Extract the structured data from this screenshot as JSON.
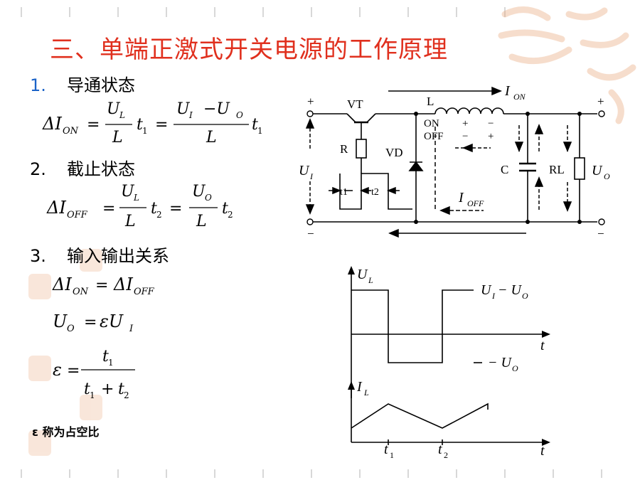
{
  "title": "三、单端正激式开关电源的工作原理",
  "sections": [
    {
      "number": "1.",
      "label": "导通状态"
    },
    {
      "number": "2.",
      "label": "截止状态"
    },
    {
      "number": "3.",
      "label": "输入输出关系"
    }
  ],
  "equations": {
    "on": {
      "lhs": "ΔI",
      "lhs_sub": "ON",
      "f1_num": "U",
      "f1_num_sub": "L",
      "f1_den": "L",
      "t1": "t",
      "t1_sub": "1",
      "f2_num": "U",
      "f2_num_sub1": "I",
      "f2_minus": "−U",
      "f2_num_sub2": "O",
      "f2_den": "L",
      "t2": "t",
      "t2_sub": "1"
    },
    "off": {
      "lhs": "ΔI",
      "lhs_sub": "OFF",
      "f1_num": "U",
      "f1_num_sub": "L",
      "f1_den": "L",
      "t1": "t",
      "t1_sub": "2",
      "f2_num": "U",
      "f2_num_sub": "O",
      "f2_den": "L",
      "t2": "t",
      "t2_sub": "2"
    },
    "balance": {
      "left": "ΔI",
      "left_sub": "ON",
      "right": "ΔI",
      "right_sub": "OFF"
    },
    "output": {
      "left": "U",
      "left_sub": "O",
      "right": "εU",
      "right_sub": "I"
    },
    "duty": {
      "lhs": "ε",
      "num": "t",
      "num_sub": "1",
      "den_a": "t",
      "den_a_sub": "1",
      "den_plus": "+",
      "den_b": "t",
      "den_b_sub": "2"
    }
  },
  "note": "ε 称为占空比",
  "circuit": {
    "vt": "VT",
    "r": "R",
    "vd": "VD",
    "l": "L",
    "c": "C",
    "rl": "RL",
    "ui": "U",
    "ui_sub": "I",
    "uo": "U",
    "uo_sub": "O",
    "ion": "I",
    "ion_sub": "ON",
    "ioff": "I",
    "ioff_sub": "OFF",
    "on": "ON",
    "off": "OFF",
    "plus": "+",
    "minus": "−",
    "t1": "t1",
    "t2": "t2"
  },
  "waveforms": {
    "ul": "U",
    "ul_sub": "L",
    "high": "U",
    "high_sub1": "I",
    "high_minus": "− U",
    "high_sub2": "O",
    "low": "− U",
    "low_sub": "O",
    "t": "t",
    "il": "I",
    "il_sub": "L",
    "tick1": "t",
    "tick1_sub": "1",
    "tick2": "t",
    "tick2_sub": "2"
  }
}
